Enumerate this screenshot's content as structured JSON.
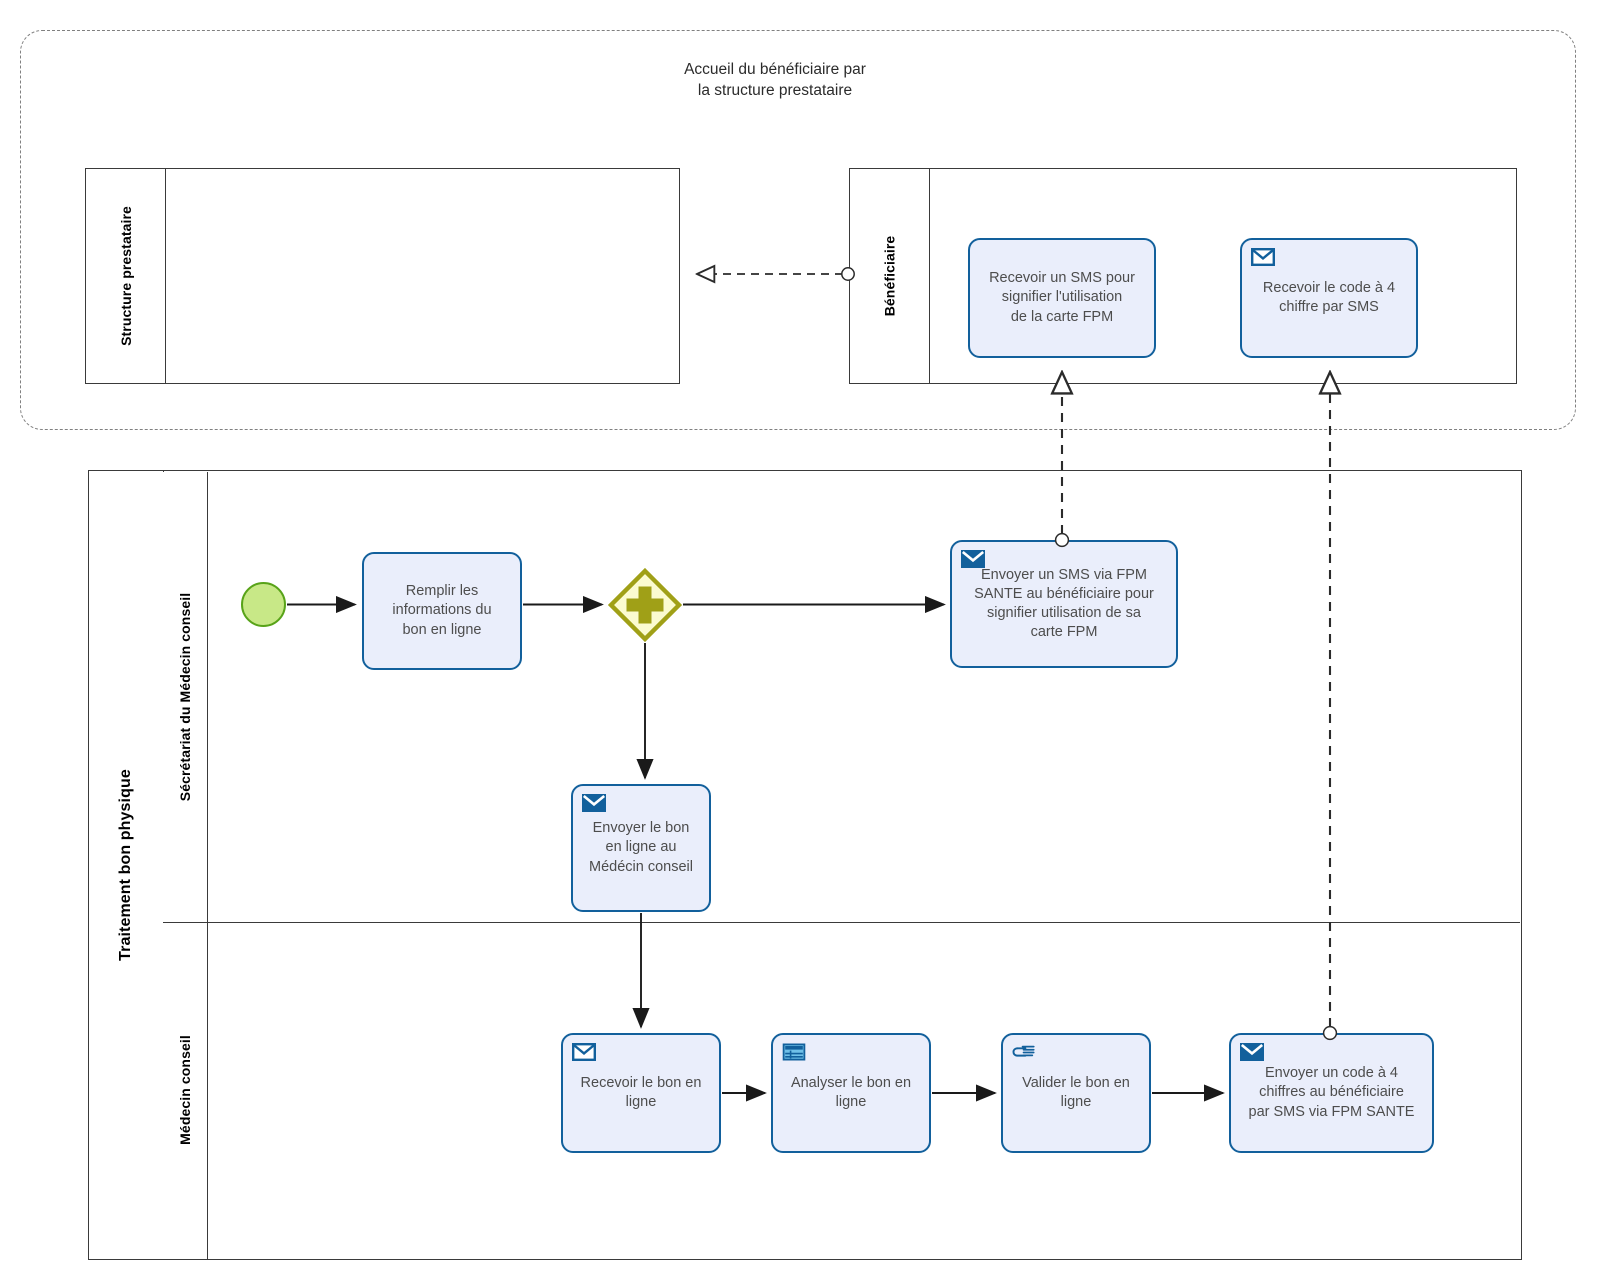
{
  "diagram": {
    "type": "bpmn-collaboration",
    "colors": {
      "task_fill": "#eaeefb",
      "task_stroke": "#12609c",
      "start_event_fill": "#c8e887",
      "start_event_stroke": "#58a319",
      "gateway_fill": "#fbfbd0",
      "gateway_stroke": "#a0a017",
      "pool_stroke": "#3a3a3a",
      "group_stroke": "#808080",
      "text": "#4d4d4d"
    }
  },
  "group": {
    "title": "Accueil du bénéficiaire par\nla structure prestataire"
  },
  "pools": [
    {
      "id": "structure-prestataire",
      "label": "Structure prestataire",
      "tasks": []
    },
    {
      "id": "beneficiaire",
      "label": "Bénéficiaire",
      "tasks": [
        {
          "id": "recevoir-sms-carte",
          "label": "Recevoir un SMS pour\nsignifier l'utilisation\nde la carte FPM",
          "icon": "none"
        },
        {
          "id": "recevoir-code-4-chiffres",
          "label": "Recevoir le code à 4\nchiffre par SMS",
          "icon": "message-receive-icon"
        }
      ]
    },
    {
      "id": "traitement-bon-physique",
      "label": "Traitement bon physique",
      "lanes": [
        {
          "id": "secretariat",
          "label": "Sécrétariat du Médecin conseil",
          "events": [
            {
              "id": "start",
              "type": "start-event",
              "label": ""
            }
          ],
          "gateways": [
            {
              "id": "parallel-split",
              "type": "parallel-gateway",
              "symbol": "plus"
            }
          ],
          "tasks": [
            {
              "id": "remplir-informations",
              "label": "Remplir les\ninformations du\nbon en ligne",
              "icon": "none"
            },
            {
              "id": "envoyer-sms-fpm-sante",
              "label": "Envoyer un SMS via FPM\nSANTE au bénéficiaire pour\nsignifier utilisation de sa\ncarte FPM",
              "icon": "message-send-icon"
            },
            {
              "id": "envoyer-bon-medecin",
              "label": "Envoyer le bon\nen ligne au\nMédécin conseil",
              "icon": "message-send-icon"
            }
          ]
        },
        {
          "id": "medecin-conseil",
          "label": "Médecin conseil",
          "tasks": [
            {
              "id": "recevoir-bon",
              "label": "Recevoir le bon en\nligne",
              "icon": "message-receive-icon"
            },
            {
              "id": "analyser-bon",
              "label": "Analyser le bon en\nligne",
              "icon": "business-rule-icon"
            },
            {
              "id": "valider-bon",
              "label": "Valider le bon en\nligne",
              "icon": "manual-task-hand-icon"
            },
            {
              "id": "envoyer-code-4-chiffres",
              "label": "Envoyer un code à 4\nchiffres au bénéficiaire\npar SMS via FPM SANTE",
              "icon": "message-send-icon"
            }
          ]
        }
      ]
    }
  ],
  "flows": {
    "sequence": [
      {
        "from": "start",
        "to": "remplir-informations"
      },
      {
        "from": "remplir-informations",
        "to": "parallel-split"
      },
      {
        "from": "parallel-split",
        "to": "envoyer-sms-fpm-sante"
      },
      {
        "from": "parallel-split",
        "to": "envoyer-bon-medecin"
      },
      {
        "from": "envoyer-bon-medecin",
        "to": "recevoir-bon"
      },
      {
        "from": "recevoir-bon",
        "to": "analyser-bon"
      },
      {
        "from": "analyser-bon",
        "to": "valider-bon"
      },
      {
        "from": "valider-bon",
        "to": "envoyer-code-4-chiffres"
      }
    ],
    "message": [
      {
        "from": "beneficiaire",
        "to": "structure-prestataire"
      },
      {
        "from": "envoyer-sms-fpm-sante",
        "to": "recevoir-sms-carte"
      },
      {
        "from": "envoyer-code-4-chiffres",
        "to": "recevoir-code-4-chiffres"
      }
    ]
  }
}
